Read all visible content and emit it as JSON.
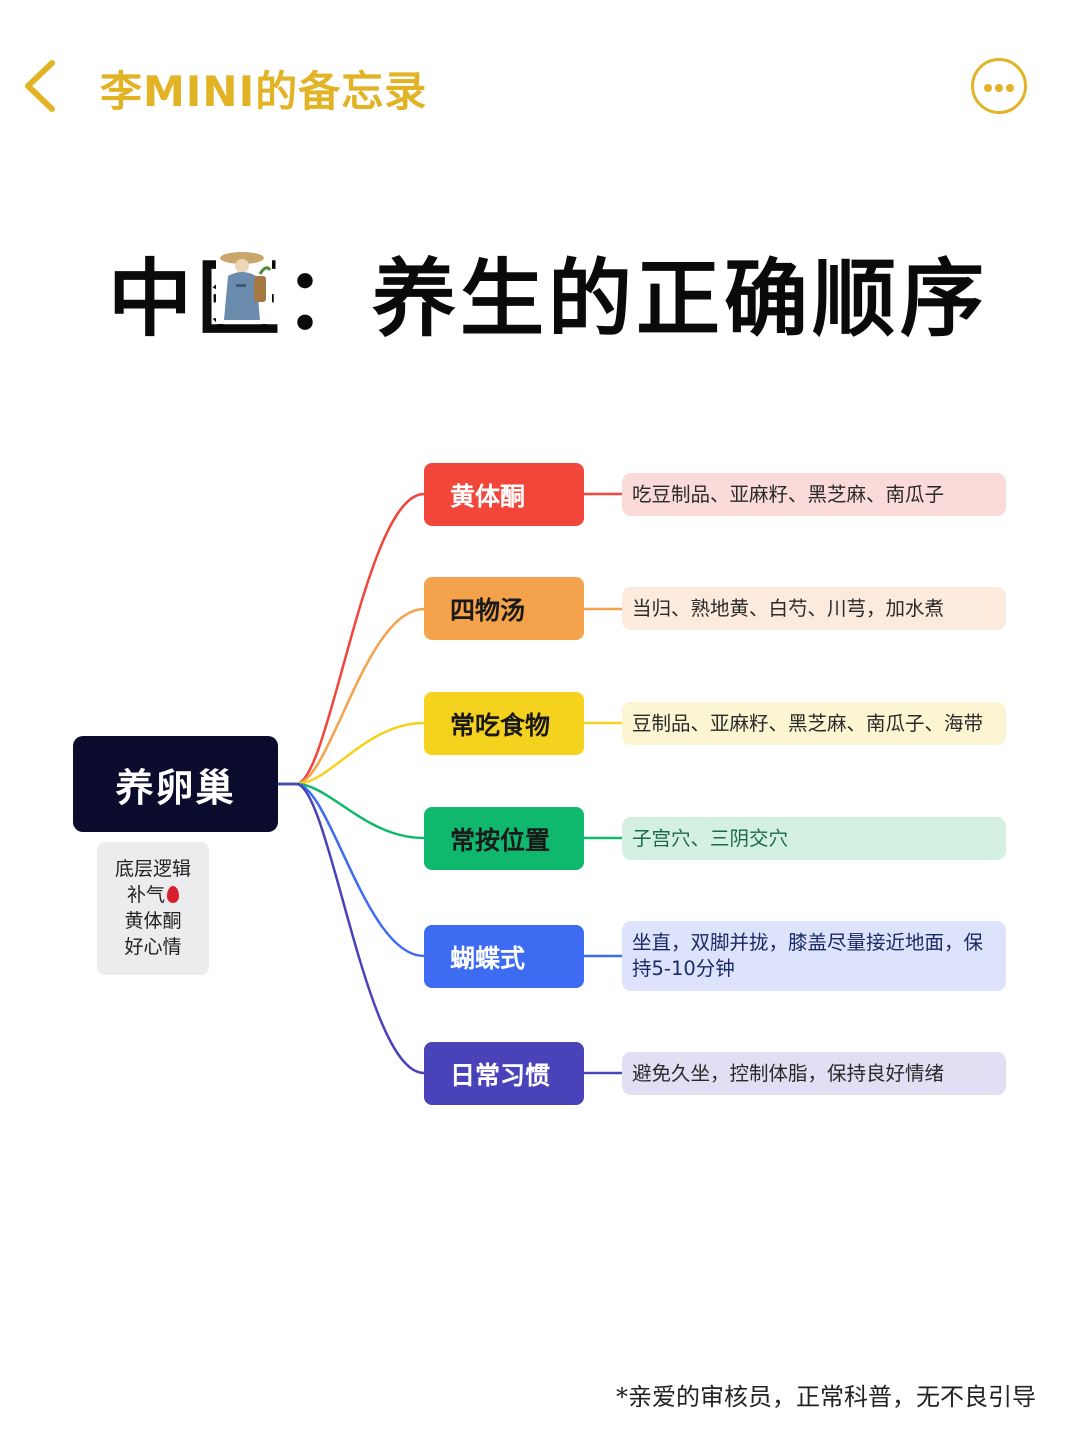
{
  "header": {
    "back_icon": "chevron-left-icon",
    "title": "李MINI的备忘录",
    "more_icon": "more-horizontal-icon",
    "accent_color": "#E2B425"
  },
  "poster": {
    "title": "中医：养生的正确顺序",
    "title_icon": "doctor-illustration-icon"
  },
  "mindmap": {
    "root": {
      "label": "养卵巢",
      "color": "#0B0B2E"
    },
    "note": {
      "lines": [
        "底层逻辑",
        "补气",
        "黄体酮",
        "好心情"
      ]
    },
    "branches": [
      {
        "label": "黄体酮",
        "color": "#F2463A",
        "leaf_bg": "#FBDADA",
        "text_color": "#FFFFFF",
        "leaf": "吃豆制品、亚麻籽、黑芝麻、南瓜子"
      },
      {
        "label": "四物汤",
        "color": "#F4A24C",
        "leaf_bg": "#FCEBDD",
        "text_color": "#1A1A1A",
        "leaf": "当归、熟地黄、白芍、川芎，加水煮"
      },
      {
        "label": "常吃食物",
        "color": "#F4D21E",
        "leaf_bg": "#FCF5D2",
        "text_color": "#1A1A1A",
        "leaf": "豆制品、亚麻籽、黑芝麻、南瓜子、海带"
      },
      {
        "label": "常按位置",
        "color": "#0FB86D",
        "leaf_bg": "#D4F0E3",
        "text_color": "#1A1A1A",
        "leaf": "子宫穴、三阴交穴"
      },
      {
        "label": "蝴蝶式",
        "color": "#3D6BF1",
        "leaf_bg": "#DCE3FB",
        "text_color": "#FFFFFF",
        "leaf": "坐直，双脚并拢，膝盖尽量接近地面，保持5-10分钟"
      },
      {
        "label": "日常习惯",
        "color": "#4A42B8",
        "leaf_bg": "#E1DFF3",
        "text_color": "#FFFFFF",
        "leaf": "避免久坐，控制体脂，保持良好情绪"
      }
    ]
  },
  "footer": {
    "note": "*亲爱的审核员，正常科普，无不良引导"
  }
}
